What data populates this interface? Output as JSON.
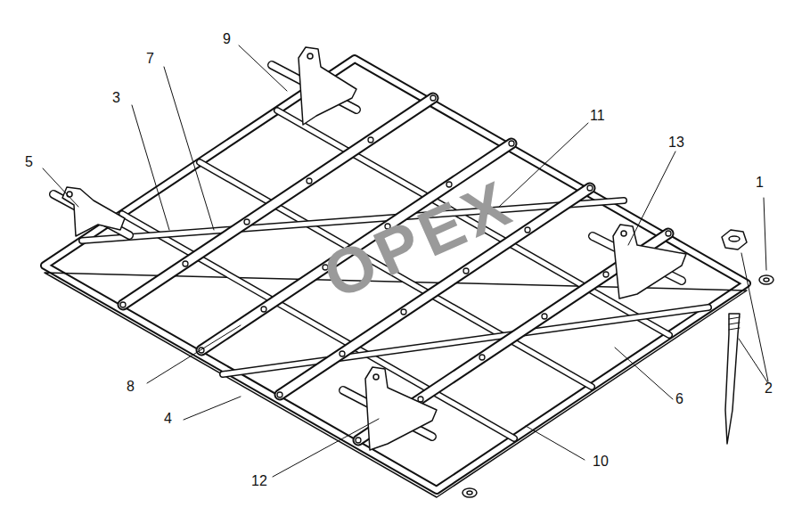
{
  "diagram": {
    "labels": [
      "1",
      "2",
      "3",
      "4",
      "5",
      "6",
      "7",
      "8",
      "9",
      "10",
      "11",
      "12",
      "13",
      "OPEX"
    ]
  }
}
